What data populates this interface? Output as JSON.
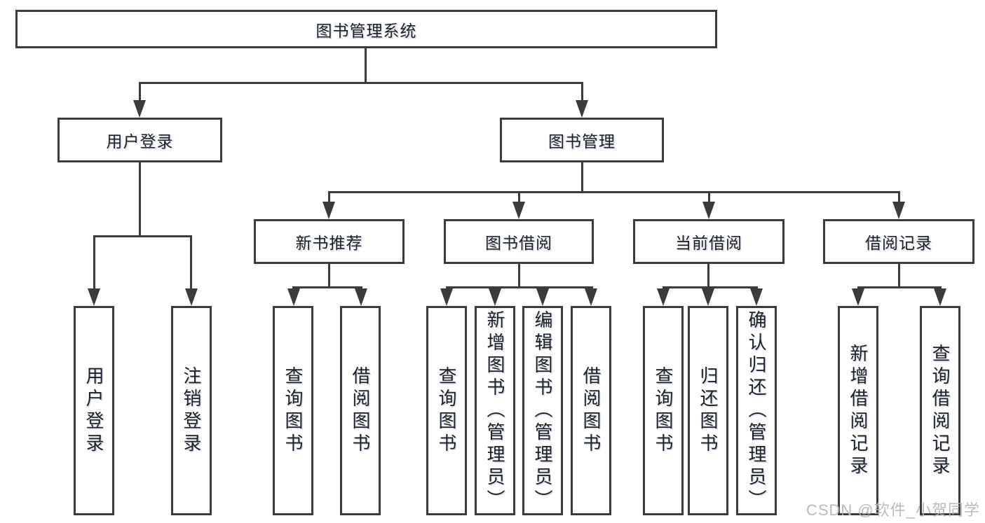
{
  "colors": {
    "line": "#3b3b3b",
    "text": "#1f1f1f",
    "watermark": "#b3b3b3",
    "background": "#ffffff"
  },
  "root": {
    "label": "图书管理系统"
  },
  "level2": [
    {
      "label": "用户登录"
    },
    {
      "label": "图书管理"
    }
  ],
  "level3": [
    {
      "label": "新书推荐",
      "parent": "图书管理"
    },
    {
      "label": "图书借阅",
      "parent": "图书管理"
    },
    {
      "label": "当前借阅",
      "parent": "图书管理"
    },
    {
      "label": "借阅记录",
      "parent": "图书管理"
    }
  ],
  "leaves": [
    {
      "label": "用户登录",
      "parent": "用户登录"
    },
    {
      "label": "注销登录",
      "parent": "用户登录"
    },
    {
      "label": "查询图书",
      "parent": "新书推荐"
    },
    {
      "label": "借阅图书",
      "parent": "新书推荐"
    },
    {
      "label": "查询图书",
      "parent": "图书借阅"
    },
    {
      "label": "新增图书（管理员）",
      "parent": "图书借阅"
    },
    {
      "label": "编辑图书（管理员）",
      "parent": "图书借阅"
    },
    {
      "label": "借阅图书",
      "parent": "图书借阅"
    },
    {
      "label": "查询图书",
      "parent": "当前借阅"
    },
    {
      "label": "归还图书",
      "parent": "当前借阅"
    },
    {
      "label": "确认归还（管理员）",
      "parent": "当前借阅"
    },
    {
      "label": "新增借阅记录",
      "parent": "借阅记录"
    },
    {
      "label": "查询借阅记录",
      "parent": "借阅记录"
    }
  ],
  "watermark": "CSDN @软件_小贺同学"
}
